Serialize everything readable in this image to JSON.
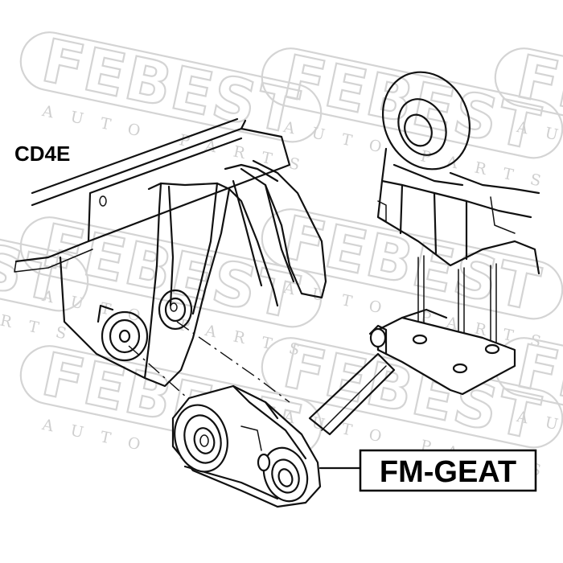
{
  "model_code": "CD4E",
  "part_number": "FM-GEAT",
  "watermark": {
    "brand": "FEBEST",
    "tagline": "AUTO PARTS"
  },
  "icons": {
    "watermark": "febest-logo-icon",
    "drawing": "transmission-mount-drawing"
  }
}
